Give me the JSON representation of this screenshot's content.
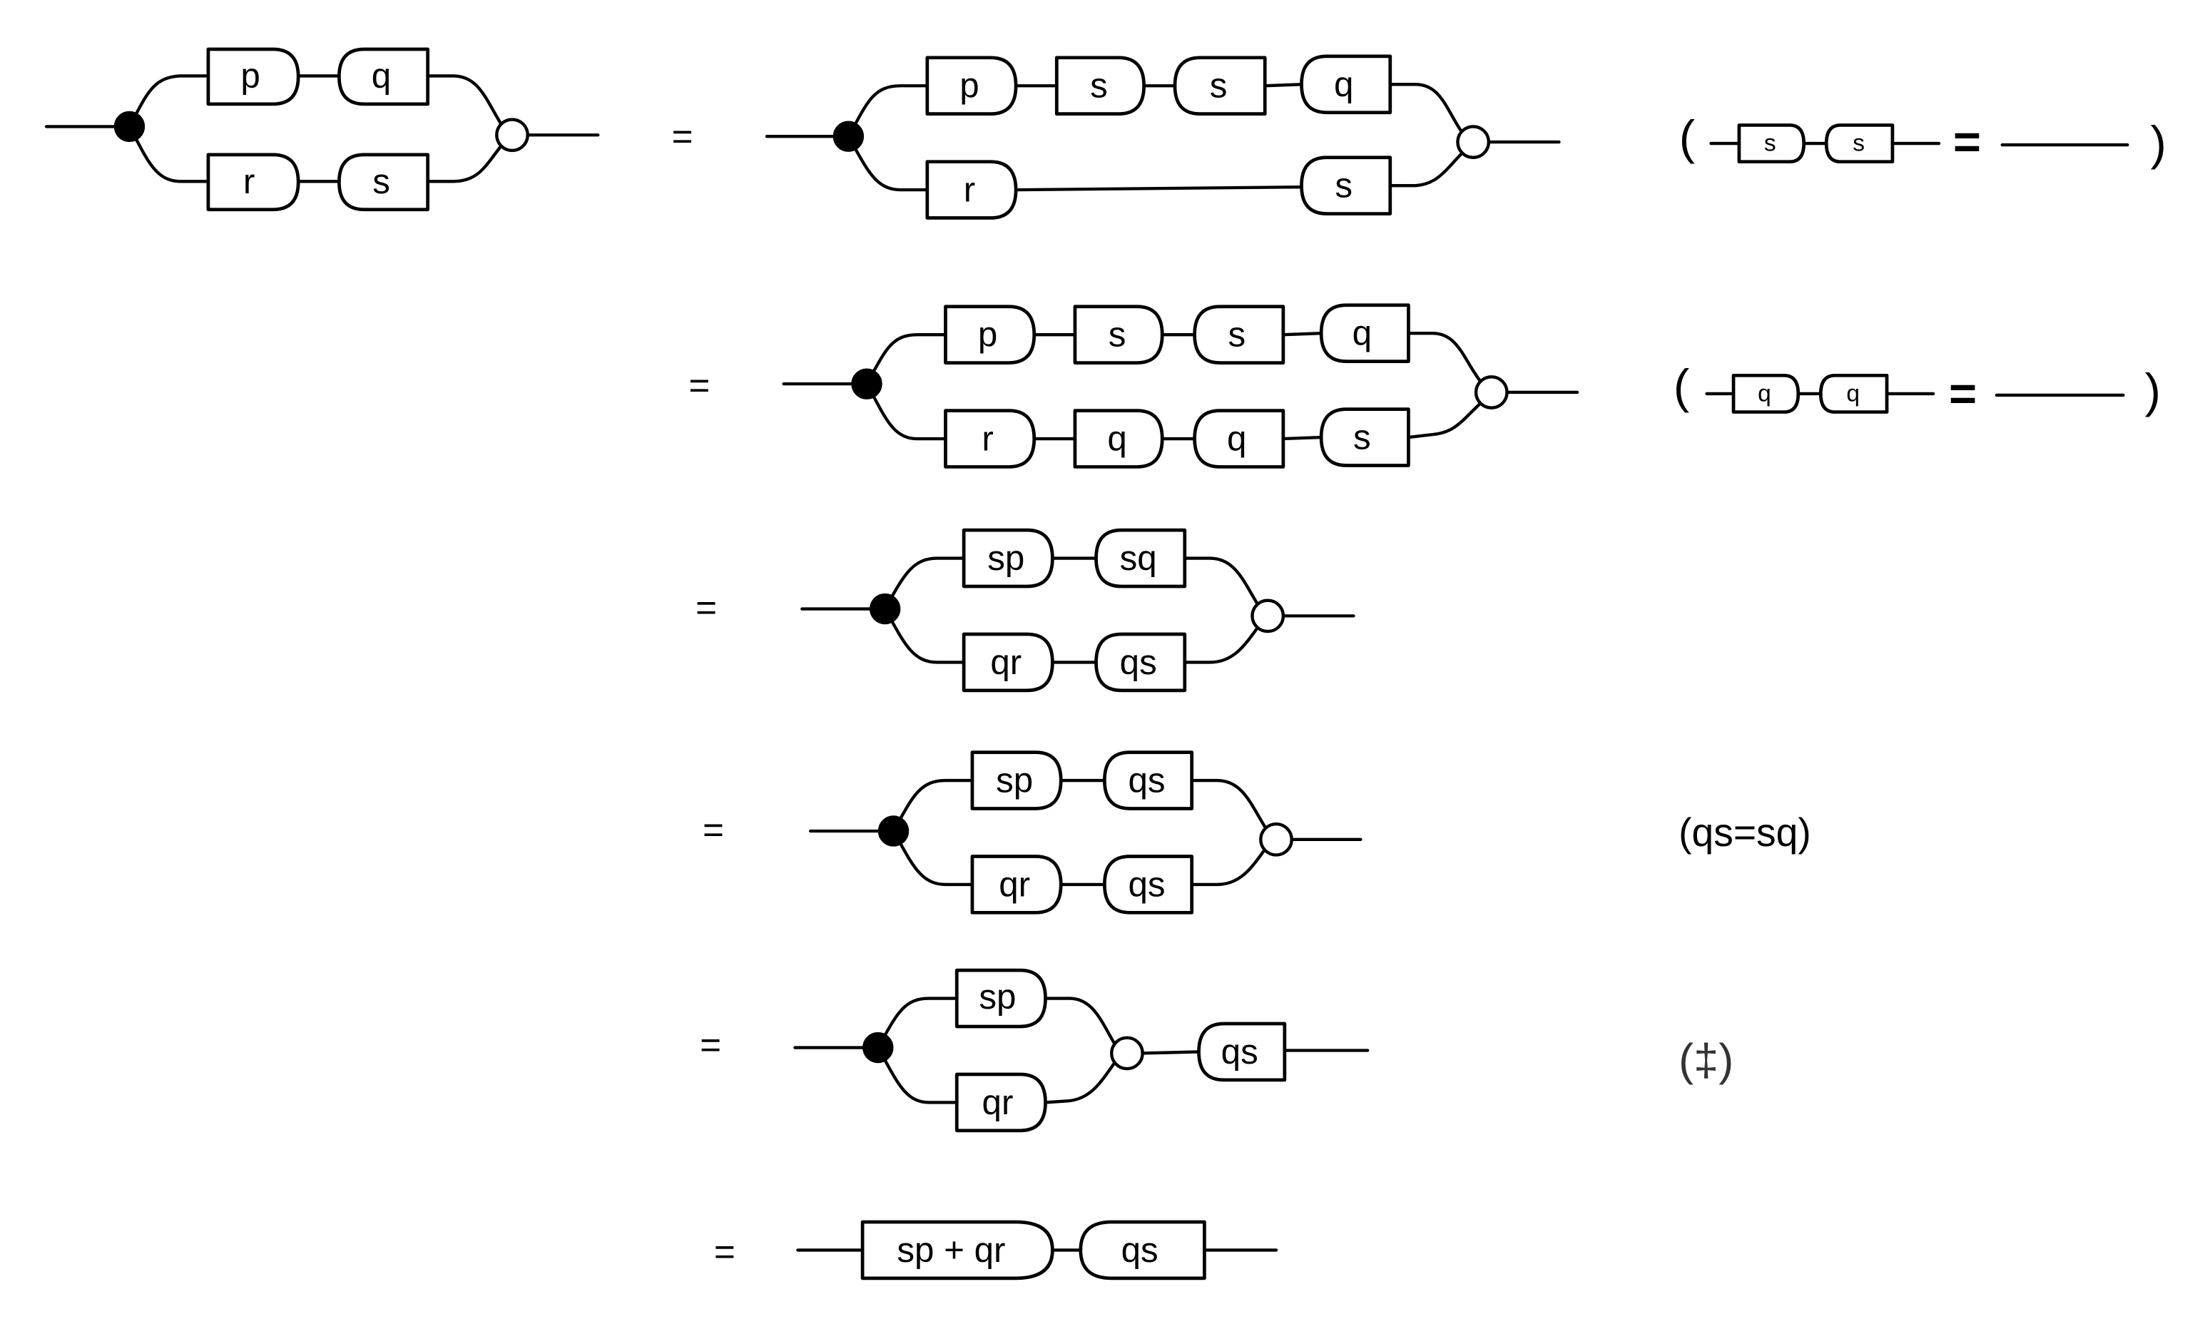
{
  "title": "String diagram equational derivation",
  "equals_sign": "=",
  "rows": [
    {
      "id": "lhs",
      "top": [
        {
          "label": "p",
          "shape": "right-rounded"
        },
        {
          "label": "q",
          "shape": "left-rounded"
        }
      ],
      "bottom": [
        {
          "label": "r",
          "shape": "right-rounded"
        },
        {
          "label": "s",
          "shape": "left-rounded"
        }
      ],
      "after_merge": []
    },
    {
      "id": "step-1",
      "top": [
        {
          "label": "p",
          "shape": "right-rounded"
        },
        {
          "label": "s",
          "shape": "right-rounded"
        },
        {
          "label": "s",
          "shape": "left-rounded"
        },
        {
          "label": "q",
          "shape": "left-rounded"
        }
      ],
      "bottom": [
        {
          "label": "r",
          "shape": "right-rounded"
        },
        {
          "label": "s",
          "shape": "left-rounded"
        }
      ],
      "after_merge": [],
      "annotation": {
        "type": "rule",
        "box_label": "s",
        "open": "(",
        "close": ")",
        "eq": "="
      }
    },
    {
      "id": "step-2",
      "top": [
        {
          "label": "p",
          "shape": "right-rounded"
        },
        {
          "label": "s",
          "shape": "right-rounded"
        },
        {
          "label": "s",
          "shape": "left-rounded"
        },
        {
          "label": "q",
          "shape": "left-rounded"
        }
      ],
      "bottom": [
        {
          "label": "r",
          "shape": "right-rounded"
        },
        {
          "label": "q",
          "shape": "right-rounded"
        },
        {
          "label": "q",
          "shape": "left-rounded"
        },
        {
          "label": "s",
          "shape": "left-rounded"
        }
      ],
      "after_merge": [],
      "annotation": {
        "type": "rule",
        "box_label": "q",
        "open": "(",
        "close": ")",
        "eq": "="
      }
    },
    {
      "id": "step-3",
      "top": [
        {
          "label": "sp",
          "shape": "right-rounded"
        },
        {
          "label": "sq",
          "shape": "left-rounded"
        }
      ],
      "bottom": [
        {
          "label": "qr",
          "shape": "right-rounded"
        },
        {
          "label": "qs",
          "shape": "left-rounded"
        }
      ],
      "after_merge": []
    },
    {
      "id": "step-4",
      "top": [
        {
          "label": "sp",
          "shape": "right-rounded"
        },
        {
          "label": "qs",
          "shape": "left-rounded"
        }
      ],
      "bottom": [
        {
          "label": "qr",
          "shape": "right-rounded"
        },
        {
          "label": "qs",
          "shape": "left-rounded"
        }
      ],
      "after_merge": [],
      "annotation": {
        "type": "text",
        "text": "(qs=sq)"
      }
    },
    {
      "id": "step-5",
      "top": [
        {
          "label": "sp",
          "shape": "right-rounded"
        }
      ],
      "bottom": [
        {
          "label": "qr",
          "shape": "right-rounded"
        }
      ],
      "after_merge": [
        {
          "label": "qs",
          "shape": "left-rounded"
        }
      ],
      "annotation": {
        "type": "text",
        "text": "(‡)"
      }
    },
    {
      "id": "step-6",
      "sequence": [
        {
          "label": "sp + qr",
          "shape": "right-rounded"
        },
        {
          "label": "qs",
          "shape": "left-rounded"
        }
      ]
    }
  ]
}
